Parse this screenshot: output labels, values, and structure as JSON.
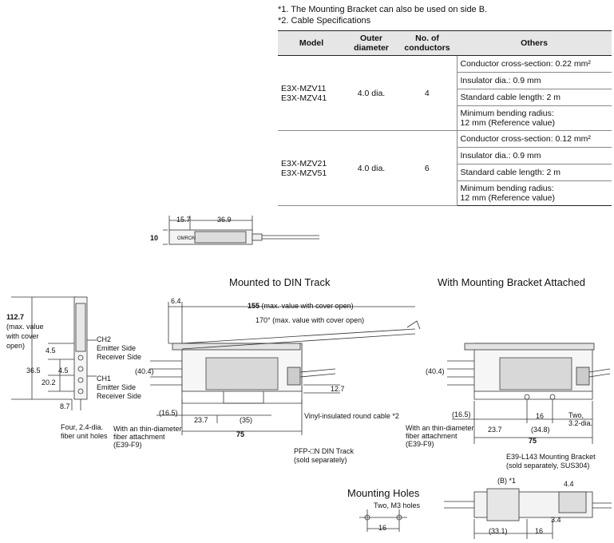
{
  "notes": {
    "note1": "*1. The Mounting Bracket can also be used on side B.",
    "note2": "*2. Cable Specifications"
  },
  "table": {
    "headers": {
      "model": "Model",
      "outer_a": "Outer",
      "outer_b": "diameter",
      "cond_a": "No. of",
      "cond_b": "conductors",
      "others": "Others"
    },
    "rows": [
      {
        "model_a": "E3X-MZV11",
        "model_b": "E3X-MZV41",
        "diameter": "4.0 dia.",
        "conductors": "4",
        "others": [
          "Conductor cross-section: 0.22 mm²",
          "Insulator dia.: 0.9 mm",
          "Standard cable length: 2 m"
        ],
        "bend_a": "Minimum bending radius:",
        "bend_b": "12 mm (Reference value)"
      },
      {
        "model_a": "E3X-MZV21",
        "model_b": "E3X-MZV51",
        "diameter": "4.0 dia.",
        "conductors": "6",
        "others": [
          "Conductor cross-section: 0.12 mm²",
          "Insulator dia.: 0.9 mm",
          "Standard cable length: 2 m"
        ],
        "bend_a": "Minimum bending radius:",
        "bend_b": "12 mm (Reference value)"
      }
    ]
  },
  "top_view": {
    "d1": "15.7",
    "d2": "36.9",
    "d3": "10",
    "brand": "OMRON"
  },
  "headings": {
    "din": "Mounted to DIN Track",
    "bracket": "With Mounting Bracket Attached",
    "holes": "Mounting Holes"
  },
  "side_view": {
    "h_total": "112.7",
    "h_note1": "(max. value",
    "h_note2": "with cover",
    "h_note3": "open)",
    "d365": "36.5",
    "d45a": "4.5",
    "d45b": "4.5",
    "d202": "20.2",
    "d87": "8.7",
    "ch2": "CH2",
    "ch2_e": "Emitter Side",
    "ch2_r": "Receiver Side",
    "ch1": "CH1",
    "ch1_e": "Emitter Side",
    "ch1_r": "Receiver Side",
    "holes1": "Four, 2.4-dia.",
    "holes2": "fiber unit holes"
  },
  "din_view": {
    "d64": "6.4",
    "d155": "155",
    "d155n": " (max. value with cover open)",
    "angle": "170° (max. value with cover open)",
    "d404": "(40.4)",
    "d127": "12.7",
    "d165": "(16.5)",
    "d237": "23.7",
    "d35": "(35)",
    "d75": "75",
    "cable": "Vinyl-insulated round cable *2",
    "fiber1": "With an thin-diameter",
    "fiber2": "fiber attachment",
    "fiber3": "(E39-F9)",
    "track1": "PFP-□N DIN Track",
    "track2": "(sold separately)"
  },
  "bracket_view": {
    "d404": "(40.4)",
    "d165": "(16.5)",
    "d237": "23.7",
    "d348": "(34.8)",
    "d16": "16",
    "d75": "75",
    "two1": "Two,",
    "two2": "3.2-dia.",
    "fiber1": "With an thin-diameter",
    "fiber2": "fiber attachment",
    "fiber3": "(E39-F9)",
    "br1": "E39-L143 Mounting Bracket",
    "br2": "(sold separately, SUS304)"
  },
  "holes_view": {
    "label": "Two, M3 holes",
    "d16": "16"
  },
  "bottom_view": {
    "b": "(B) *1",
    "d44": "4.4",
    "d34": "3.4",
    "d331": "(33.1)",
    "d16": "16"
  }
}
